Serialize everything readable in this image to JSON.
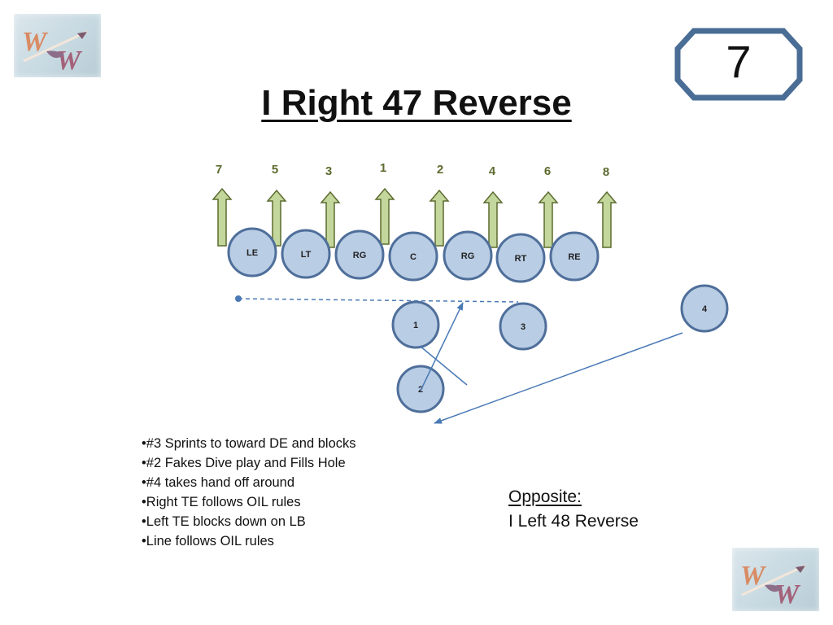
{
  "page_number": "7",
  "title": "I Right 47 Reverse",
  "holes": [
    "7",
    "5",
    "3",
    "1",
    "2",
    "4",
    "6",
    "8"
  ],
  "line": [
    "LE",
    "LT",
    "RG",
    "C",
    "RG",
    "RT",
    "RE"
  ],
  "backs": [
    "1",
    "2",
    "3",
    "4"
  ],
  "notes": [
    "#3 Sprints to toward DE and blocks",
    "#2 Fakes Dive play and Fills Hole",
    "#4 takes hand off around",
    "Right TE follows OIL rules",
    "Left TE blocks down on LB",
    "Line follows OIL rules"
  ],
  "opposite": {
    "label": "Opposite:",
    "play": "I Left 48 Reverse"
  },
  "colors": {
    "player_fill": "#b9cde5",
    "player_stroke": "#4f6f9a",
    "arrow_fill": "#c3d69b",
    "arrow_stroke": "#5c6b2f",
    "route_line": "#4a7ab5",
    "badge_border": "#4a6d96"
  }
}
